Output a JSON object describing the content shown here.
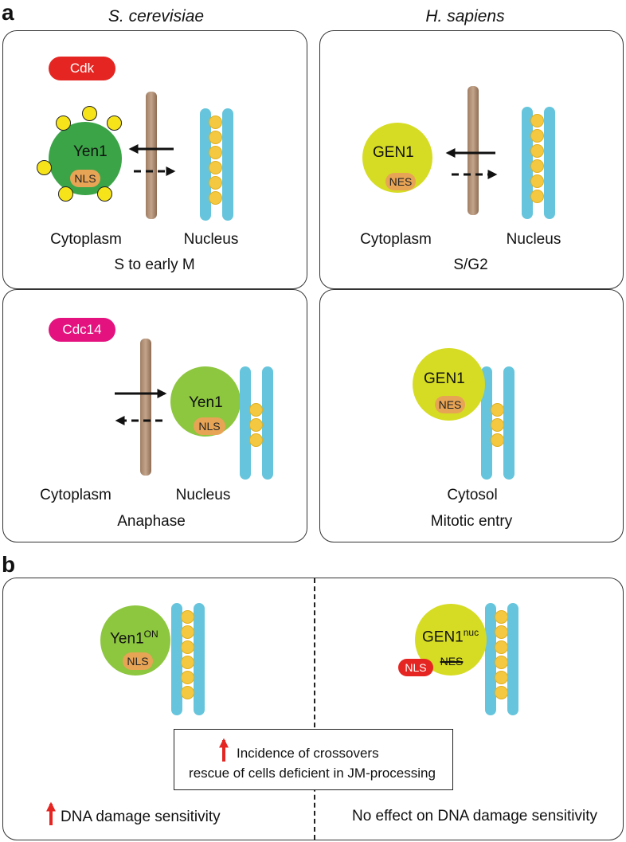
{
  "panel_a": {
    "letter": "a",
    "species_left": "S. cerevisiae",
    "species_right": "H. sapiens",
    "top_left": {
      "kinase": "Cdk",
      "protein": "Yen1",
      "signal": "NLS",
      "cytoplasm": "Cytoplasm",
      "nucleus": "Nucleus",
      "phase": "S to early M"
    },
    "top_right": {
      "protein": "GEN1",
      "signal": "NES",
      "cytoplasm": "Cytoplasm",
      "nucleus": "Nucleus",
      "phase": "S/G2"
    },
    "bottom_left": {
      "phosphatase": "Cdc14",
      "protein": "Yen1",
      "signal": "NLS",
      "cytoplasm": "Cytoplasm",
      "nucleus": "Nucleus",
      "phase": "Anaphase"
    },
    "bottom_right": {
      "protein": "GEN1",
      "signal": "NES",
      "cytosol": "Cytosol",
      "phase": "Mitotic entry"
    }
  },
  "panel_b": {
    "letter": "b",
    "left": {
      "protein": "Yen1",
      "protein_sup": "ON",
      "signal": "NLS",
      "effect": "DNA damage sensitivity"
    },
    "right": {
      "protein": "GEN1",
      "protein_sup": "nuc",
      "signal_added": "NLS",
      "signal_removed": "NES",
      "effect": "No effect on DNA damage sensitivity"
    },
    "center_box": {
      "line1": "Incidence of crossovers",
      "line2": "rescue of cells deficient in JM-processing"
    }
  },
  "colors": {
    "cdk": "#e52521",
    "cdc14": "#e3127e",
    "yen1_phospho": "#3aa447",
    "yen1": "#8dc63f",
    "gen1": "#d6dc23",
    "dna": "#66c5dc",
    "bead": "#f5c842",
    "up_arrow": "#e52521"
  }
}
